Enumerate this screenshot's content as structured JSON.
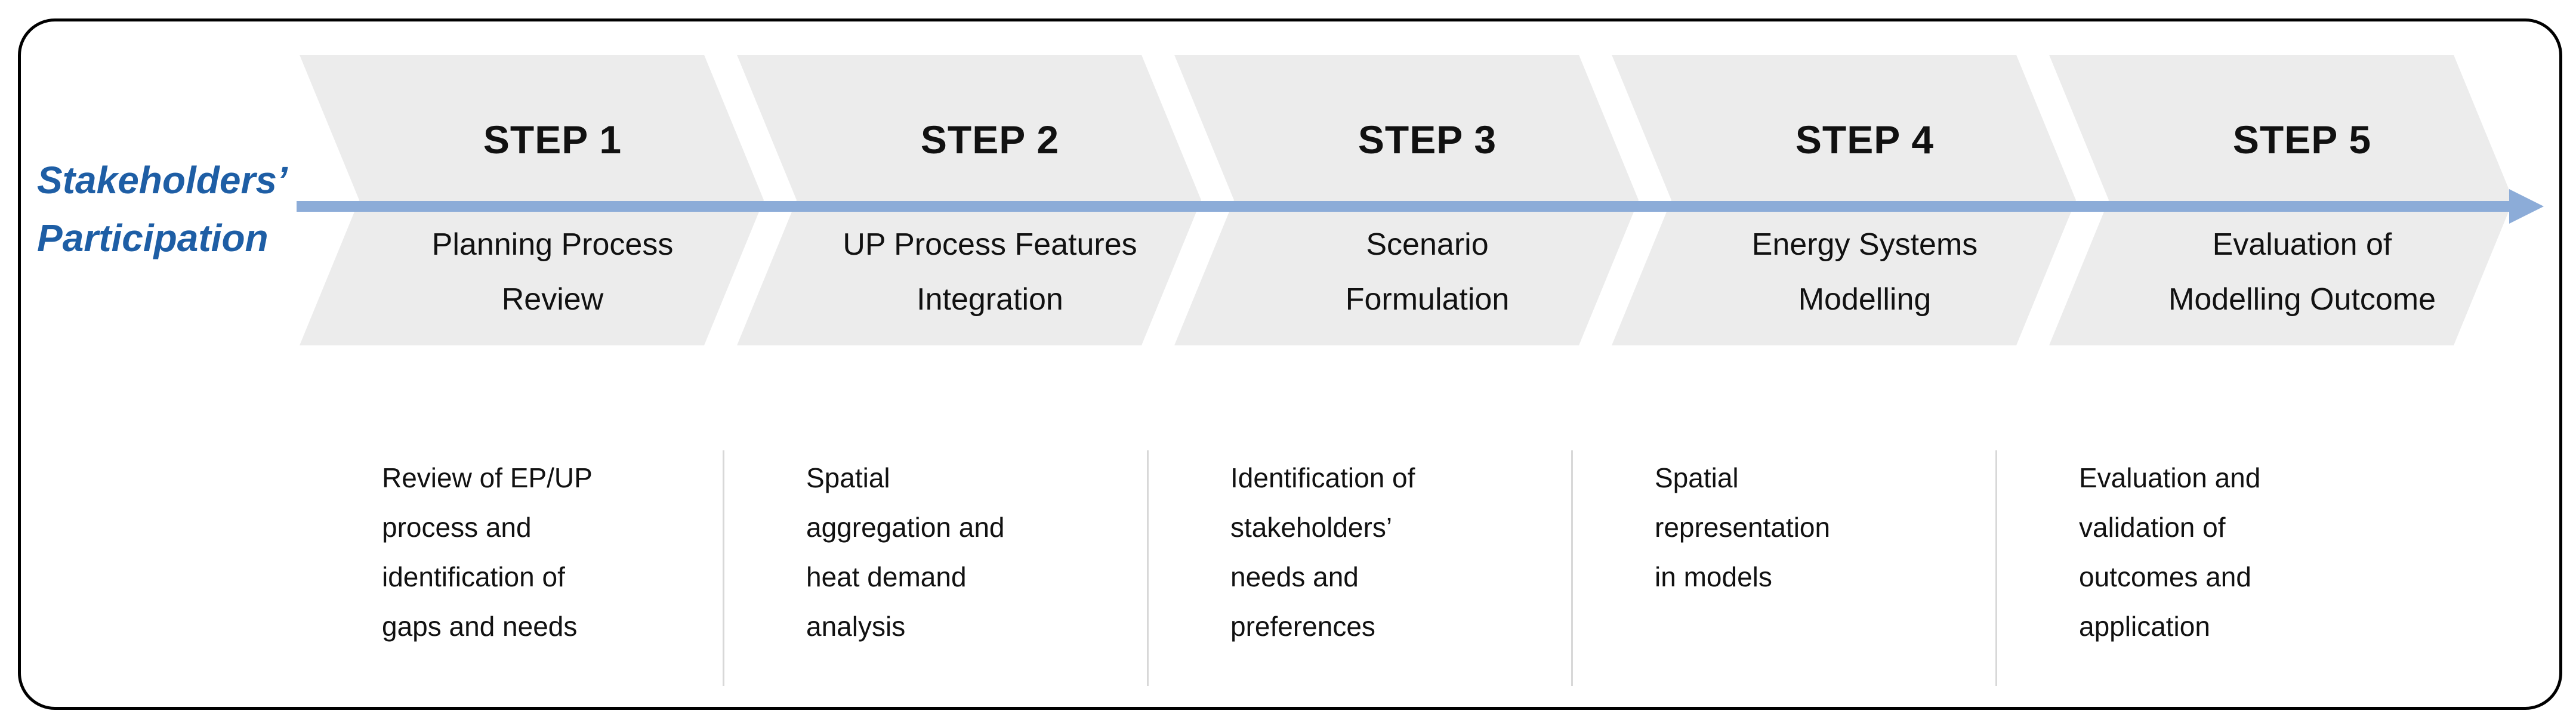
{
  "figure": {
    "label": {
      "line1": "Stakeholders’",
      "line2": "Participation"
    },
    "steps": [
      {
        "name": "STEP 1",
        "subtitle_lines": [
          "Planning Process",
          "Review"
        ],
        "description_lines": [
          "Review of EP/UP",
          "process and",
          "identification of",
          "gaps and needs"
        ]
      },
      {
        "name": "STEP 2",
        "subtitle_lines": [
          "UP Process Features",
          "Integration"
        ],
        "description_lines": [
          "Spatial",
          "aggregation and",
          "heat demand",
          "analysis"
        ]
      },
      {
        "name": "STEP 3",
        "subtitle_lines": [
          "Scenario",
          "Formulation"
        ],
        "description_lines": [
          "Identification of",
          "stakeholders’",
          "needs and",
          "preferences"
        ]
      },
      {
        "name": "STEP 4",
        "subtitle_lines": [
          "Energy Systems",
          "Modelling"
        ],
        "description_lines": [
          "Spatial",
          "representation",
          "in models"
        ]
      },
      {
        "name": "STEP 5",
        "subtitle_lines": [
          "Evaluation of",
          "Modelling Outcome"
        ],
        "description_lines": [
          "Evaluation and",
          "validation of",
          "outcomes and",
          "application"
        ]
      }
    ],
    "colors": {
      "chevron": "#ECECEC",
      "arrow": "#8CACD8",
      "label_text": "#1E5EA5",
      "divider": "#D8D8D8",
      "border": "#000000",
      "step_text": "#111111"
    }
  }
}
